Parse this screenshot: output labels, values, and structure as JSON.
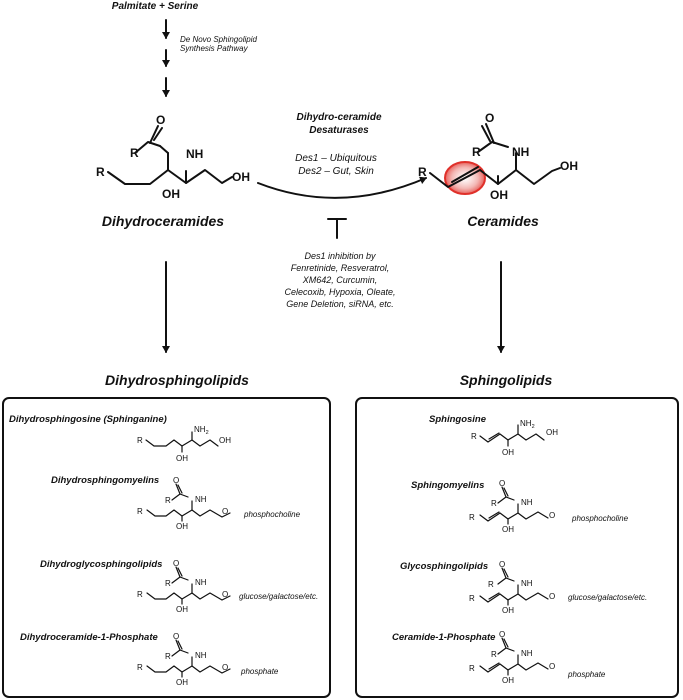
{
  "top": {
    "start_label": "Palmitate + Serine",
    "pathway_label_line1": "De Novo Sphingolipid",
    "pathway_label_line2": "Synthesis Pathway"
  },
  "enzyme": {
    "title_line1": "Dihydro-ceramide",
    "title_line2": "Desaturases",
    "des1": "Des1 – Ubiquitous",
    "des2": "Des2 – Gut, Skin"
  },
  "inhibition": {
    "lines": [
      "Des1 inhibition by",
      "Fenretinide, Resveratrol,",
      "XM642, Curcumin,",
      "Celecoxib, Hypoxia, Oleate,",
      "Gene Deletion, siRNA, etc."
    ]
  },
  "left": {
    "compound_label": "Dihydroceramides",
    "class_label": "Dihydrosphingolipids",
    "items": [
      {
        "name": "Dihydrosphingosine (Sphinganine)",
        "substituent": ""
      },
      {
        "name": "Dihydrosphingomyelins",
        "substituent": "phosphocholine"
      },
      {
        "name": "Dihydroglycosphingolipids",
        "substituent": "glucose/galactose/etc."
      },
      {
        "name": "Dihydroceramide-1-Phosphate",
        "substituent": "phosphate"
      }
    ]
  },
  "right": {
    "compound_label": "Ceramides",
    "class_label": "Sphingolipids",
    "items": [
      {
        "name": "Sphingosine",
        "substituent": ""
      },
      {
        "name": "Sphingomyelins",
        "substituent": "phosphocholine"
      },
      {
        "name": "Glycosphingolipids",
        "substituent": "glucose/galactose/etc."
      },
      {
        "name": "Ceramide-1-Phosphate",
        "substituent": "phosphate"
      }
    ]
  },
  "atoms": {
    "R": "R",
    "O": "O",
    "NH": "NH",
    "OH": "OH",
    "NH2": "NH",
    "NH2_sub": "2"
  },
  "colors": {
    "highlight": "#e0302a",
    "ink": "#111111"
  }
}
